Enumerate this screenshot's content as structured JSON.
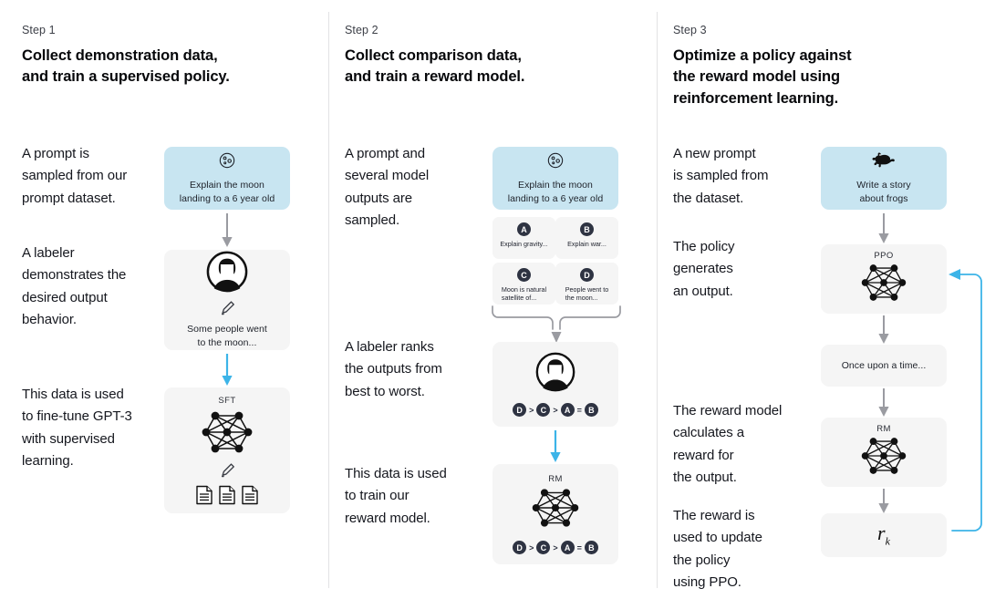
{
  "diagram": {
    "title": "InstructGPT RLHF three-step training diagram",
    "colors": {
      "prompt_card": "#c8e5f1",
      "neutral_card": "#f5f5f5",
      "badge": "#2e3342",
      "blue_arrow": "#3cb4e8",
      "gray_arrow": "#9a9ba1",
      "divider": "#e2e2e4"
    }
  },
  "columns": [
    {
      "step_label": "Step 1",
      "title": "Collect demonstration data,\nand train a supervised policy.",
      "paragraphs": [
        "A prompt is\nsampled from our\nprompt dataset.",
        "A labeler\ndemonstrates the\ndesired output\nbehavior.",
        "This data is used\nto fine-tune GPT-3\nwith supervised\nlearning."
      ],
      "prompt_card": {
        "icon": "moon-icon",
        "text": "Explain the moon\nlanding to a 6 year old"
      },
      "labeler_card": {
        "icon": "labeler-avatar-icon",
        "pencil": "pencil-icon",
        "text": "Some people went\nto the moon..."
      },
      "model_card": {
        "title": "SFT",
        "network": "neural-network-icon",
        "pencil": "pencil-icon",
        "documents": "documents-icon"
      }
    },
    {
      "step_label": "Step 2",
      "title": "Collect comparison data,\nand train a reward model.",
      "paragraphs": [
        "A prompt and\nseveral model\noutputs are\nsampled.",
        "A labeler ranks\nthe outputs from\nbest to worst.",
        "This data is used\nto train our\nreward model."
      ],
      "prompt_card": {
        "icon": "moon-icon",
        "text": "Explain the moon\nlanding to a 6 year old"
      },
      "options": [
        {
          "badge": "A",
          "text": "Explain gravity..."
        },
        {
          "badge": "B",
          "text": "Explain war..."
        },
        {
          "badge": "C",
          "text": "Moon is natural\nsatellite of..."
        },
        {
          "badge": "D",
          "text": "People went to\nthe moon..."
        }
      ],
      "ranking_card": {
        "icon": "labeler-avatar-icon",
        "ranking": [
          "D",
          ">",
          "C",
          ">",
          "A",
          "=",
          "B"
        ]
      },
      "reward_model_card": {
        "title": "RM",
        "network": "neural-network-icon",
        "ranking": [
          "D",
          ">",
          "C",
          ">",
          "A",
          "=",
          "B"
        ]
      }
    },
    {
      "step_label": "Step 3",
      "title": "Optimize a policy against\nthe reward model using\nreinforcement learning.",
      "paragraphs": [
        "A new prompt\nis sampled from\nthe dataset.",
        "The policy\ngenerates\nan output.",
        "The reward model\ncalculates a\nreward for\nthe output.",
        "The reward is\nused to update\nthe policy\nusing PPO."
      ],
      "prompt_card": {
        "icon": "frog-icon",
        "text": "Write a story\nabout frogs"
      },
      "policy_card": {
        "title": "PPO",
        "network": "neural-network-icon"
      },
      "output_card": {
        "text": "Once upon a time..."
      },
      "reward_model_card": {
        "title": "RM",
        "network": "neural-network-icon"
      },
      "reward_card": {
        "symbol": "r",
        "subscript": "k"
      }
    }
  ]
}
